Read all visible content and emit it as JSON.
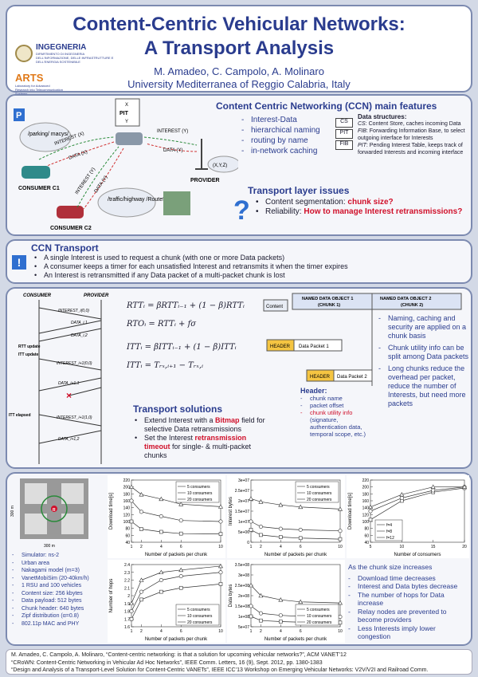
{
  "title": {
    "line1": "Content-Centric Vehicular Networks:",
    "line2": "A Transport Analysis"
  },
  "authors": {
    "names": "M. Amadeo, C. Campolo, A. Molinaro",
    "affiliation": "University Mediterranea of Reggio Calabria, Italy"
  },
  "logos": {
    "ingegneria": "INGEGNERIA",
    "ingegneria_sub": "DIPARTIMENTO DI INGEGNERIA DELL'INFORMAZIONE, DELLE INFRASTRUTTURE E DELL'ENERGIA SOSTENIBILE",
    "arts": "ARTS",
    "arts_sub": "Laboratory for Advanced Research into Telecommunication Systems"
  },
  "ccn": {
    "heading": "Content Centric Networking (CCN) main features",
    "features": [
      "Interest-Data",
      "hierarchical naming",
      "routing by name",
      "in-network caching"
    ],
    "ds_title": "Data structures:",
    "ds_cs_label": "CS",
    "ds_cs_text": ": Content Store, caches incoming Data",
    "ds_fib_label": "FIB",
    "ds_fib_text": ": Forwarding Information Base, to select outgoing interface for Interests",
    "ds_pit_label": "PIT",
    "ds_pit_text": ": Pending Interest Table, keeps track of forwarded Interests and incoming interface",
    "box_labels": [
      "CS",
      "PIT",
      "FIB"
    ],
    "diagram": {
      "parking": "/parking/ macys/...",
      "traffic": "/traffic/highway /Route51/...",
      "consumer1": "CONSUMER C1",
      "consumer2": "CONSUMER C2",
      "provider": "PROVIDER",
      "xyz": "(X,Y,Z)",
      "pit_x": "X",
      "pit_label": "PIT",
      "pit_y": "Y",
      "interest_x": "INTEREST (X)",
      "data_x": "DATA (X)",
      "interest_y": "INTEREST (Y)",
      "data_y": "DATA (Y)",
      "interest_y2": "INTEREST (Y)",
      "data_y2": "DATA (Y)"
    }
  },
  "transport_issues": {
    "heading": "Transport layer issues",
    "item1_pre": "Content segmentation: ",
    "item1_red": "chunk size?",
    "item2_pre": "Reliability: ",
    "item2_red": "How to manage Interest retransmissions?"
  },
  "ccn_transport": {
    "heading": "CCN Transport",
    "bullets": [
      "A single Interest is used to request a chunk (with one or more Data packets)",
      "A consumer keeps a timer for each unsatisfied Interest and retransmits it when the timer expires",
      "An Interest is retransmitted if any Data packet of a multi-packet chunk is lost"
    ]
  },
  "sequence": {
    "consumer": "CONSUMER",
    "provider": "PROVIDER",
    "msgs": [
      "INTEREST_i(0,0)",
      "DATA_i,1",
      "DATA_i,2",
      "INTEREST_i+1(0,0)",
      "DATA_i+1,1",
      "INTEREST_i+1(1,0)",
      "DATA_i+1,2"
    ],
    "rtt_update": "RTT update",
    "itt_update": "ITT update",
    "itt_elapsed": "ITT elapsed"
  },
  "formulas": {
    "f1": "RTTᵢ = βRTTᵢ₋₁ + (1 − β)RTTᵢ",
    "f2": "RTOᵢ = RTTᵢ + fσ",
    "f3": "ITTᵢ = βITTᵢ₋₁ + (1 − β)ITTᵢ",
    "f4": "ITTᵢ = Tᵣₓ,ᵢ₊₁ − Tᵣₓ,ᵢ"
  },
  "solutions": {
    "heading": "Transport solutions",
    "b1_pre": "Extend Interest with a ",
    "b1_red": "Bitmap",
    "b1_post": " field for selective Data retransmissions",
    "b2_pre": "Set the Interest ",
    "b2_red": "retransmission timeout",
    "b2_post": " for single- & multi-packet chunks"
  },
  "naming": {
    "content": "Content",
    "obj1_title": "NAMED DATA OBJECT 1",
    "obj1_sub": "(CHUNK 1)",
    "obj2_title": "NAMED DATA OBJECT 2",
    "obj2_sub": "(CHUNK 2)",
    "header": "HEADER",
    "dp1": "Data Packet 1",
    "dp2": "Data Packet 2",
    "header_title": "Header:",
    "header_items": [
      "chunk name",
      "packet offset"
    ],
    "header_red": "chunk utility info",
    "header_extra": "(signature, authentication data, temporal scope, etc.)",
    "points": [
      "Naming, caching and security are applied on a chunk basis",
      "Chunk utility info can be split among Data packets",
      "Long chunks reduce the overhead per packet, reduce the number of Interests, but need more packets"
    ]
  },
  "sim": {
    "label_300_v": "300 m",
    "label_300_h": "300 m",
    "rsu_label": "R",
    "params": [
      "Simulator: ns-2",
      "Urban area",
      "Nakagami model (m=3)",
      "VanetMobiSim (20-40km/h)",
      "1 RSU and 100 vehicles",
      "Content size: 256 kbytes",
      "Data payload: 512 bytes",
      "Chunk header: 640 bytes",
      "Zipf distribution (α=0.8)",
      "802.11p MAC and PHY"
    ]
  },
  "results": {
    "items": [
      "Download time decreases",
      "Interest and Data bytes decrease",
      "The number of hops for Data increase",
      "Relay nodes are prevented to become providers",
      "Less Interests imply lower congestion"
    ],
    "heading": "As the chunk size increases"
  },
  "chart_data": [
    {
      "type": "line",
      "xlabel": "Number of packets per chunk",
      "ylabel": "Download time[s]",
      "x": [
        1,
        2,
        4,
        6,
        10
      ],
      "ylim": [
        40,
        220
      ],
      "yticks": [
        40,
        60,
        80,
        100,
        120,
        140,
        160,
        180,
        200,
        220
      ],
      "xticks": [
        1,
        2,
        4,
        6,
        10
      ],
      "series": [
        {
          "name": "5 consumers",
          "values": [
            100,
            78,
            70,
            65,
            64
          ]
        },
        {
          "name": "10 consumers",
          "values": [
            160,
            128,
            115,
            103,
            100
          ]
        },
        {
          "name": "20 consumers",
          "values": [
            200,
            178,
            165,
            150,
            143
          ]
        }
      ]
    },
    {
      "type": "line",
      "xlabel": "Number of packets per chunk",
      "ylabel": "Interest bytes",
      "x": [
        1,
        2,
        4,
        6,
        10
      ],
      "ylim": [
        0,
        30000000
      ],
      "yticks": [
        0,
        5000000,
        10000000,
        15000000,
        20000000,
        25000000,
        30000000
      ],
      "ytick_labels": [
        "0",
        "5e+06",
        "1e+07",
        "1.5e+07",
        "2e+07",
        "2.5e+07",
        "3e+07"
      ],
      "xticks": [
        1,
        2,
        4,
        6,
        10
      ],
      "series": [
        {
          "name": "5 consumers",
          "values": [
            6000000,
            3500000,
            2500000,
            2000000,
            1500000
          ]
        },
        {
          "name": "10 consumers",
          "values": [
            10000000,
            7500000,
            6500000,
            6000000,
            5500000
          ]
        },
        {
          "name": "20 consumers",
          "values": [
            21000000,
            19500000,
            18000000,
            17000000,
            16000000
          ]
        }
      ]
    },
    {
      "type": "line",
      "xlabel": "Number of consumers",
      "ylabel": "Download time[s]",
      "x": [
        5,
        10,
        15,
        20
      ],
      "ylim": [
        40,
        220
      ],
      "yticks": [
        40,
        60,
        80,
        100,
        120,
        140,
        160,
        180,
        200,
        220
      ],
      "xticks": [
        5,
        10,
        15,
        20
      ],
      "series": [
        {
          "name": "f=4",
          "values": [
            105,
            160,
            185,
            197
          ]
        },
        {
          "name": "f=8",
          "values": [
            130,
            168,
            190,
            200
          ]
        },
        {
          "name": "f=12",
          "values": [
            142,
            178,
            200,
            200
          ]
        }
      ]
    },
    {
      "type": "line",
      "xlabel": "Number of packets per chunk",
      "ylabel": "Number of hops",
      "x": [
        1,
        2,
        4,
        6,
        10
      ],
      "ylim": [
        1.6,
        2.4
      ],
      "yticks": [
        1.6,
        1.7,
        1.8,
        1.9,
        2.0,
        2.1,
        2.2,
        2.3,
        2.4
      ],
      "xticks": [
        1,
        2,
        4,
        6,
        10
      ],
      "series": [
        {
          "name": "5 consumers",
          "values": [
            1.7,
            1.95,
            2.05,
            2.1,
            2.15
          ]
        },
        {
          "name": "10 consumers",
          "values": [
            1.8,
            2.05,
            2.2,
            2.25,
            2.3
          ]
        },
        {
          "name": "20 consumers",
          "values": [
            1.9,
            2.2,
            2.3,
            2.33,
            2.38
          ]
        }
      ]
    },
    {
      "type": "line",
      "xlabel": "Number of packets per chunk",
      "ylabel": "Data bytes",
      "x": [
        1,
        2,
        4,
        6,
        10
      ],
      "ylim": [
        50000000,
        350000000
      ],
      "yticks": [
        50000000,
        100000000,
        150000000,
        200000000,
        250000000,
        300000000,
        350000000
      ],
      "ytick_labels": [
        "5e+07",
        "1e+08",
        "1.5e+08",
        "2e+08",
        "2.5e+08",
        "3e+08",
        "3.5e+08"
      ],
      "xticks": [
        1,
        2,
        4,
        6,
        10
      ],
      "series": [
        {
          "name": "5 consumers",
          "values": [
            100000000,
            80000000,
            75000000,
            72000000,
            70000000
          ]
        },
        {
          "name": "10 consumers",
          "values": [
            150000000,
            115000000,
            105000000,
            100000000,
            98000000
          ]
        },
        {
          "name": "20 consumers",
          "values": [
            250000000,
            200000000,
            180000000,
            170000000,
            165000000
          ]
        }
      ]
    }
  ],
  "references": [
    "M. Amadeo, C. Campolo, A. Molinaro, “Content-centric networking: is that a solution for upcoming vehicular networks?”, ACM VANET’12",
    "“CRoWN: Content-Centric Networking in Vehicular Ad Hoc Networks”, IEEE Comm. Letters, 16 (9), Sept. 2012, pp. 1380-1383",
    "“Design and Analysis of a Transport-Level Solution for Content-Centric VANETs”, IEEE  ICC’13 Workshop on Emerging Vehicular Networks: V2V/V2I and Railroad Comm."
  ],
  "colors": {
    "accent": "#2a3c8e",
    "red": "#d0102a",
    "panel_border": "#7c8ab0"
  }
}
